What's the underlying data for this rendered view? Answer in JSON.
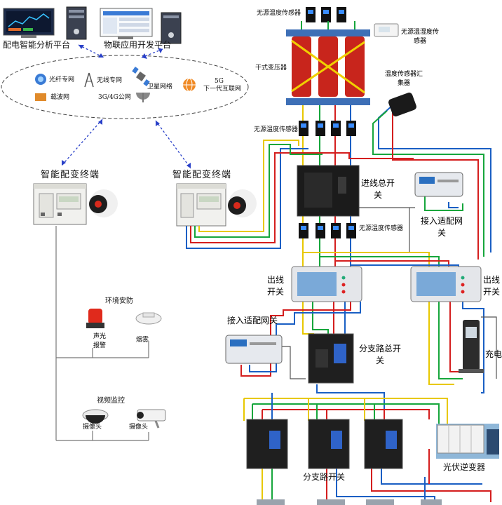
{
  "platforms": {
    "left": "配电智能分析平台",
    "right": "物联应用开发平台"
  },
  "networks": {
    "fiber": "光纤专网",
    "wireless": "无线专网",
    "satellite": "卫星网络",
    "next_gen_1": "5G",
    "next_gen_2": "下一代互联网",
    "carrier": "载波网",
    "cellular": "3G/4G公网"
  },
  "terminals": {
    "left_title": "智能配变终端",
    "right_title": "智能配变终端"
  },
  "security": {
    "title": "环境安防",
    "alarm": "声光报警",
    "smoke": "烟雾"
  },
  "video": {
    "title": "视频监控",
    "camera_1": "摄像头",
    "camera_2": "摄像头"
  },
  "transformer": {
    "sensor_top": "无源温度传感器",
    "temp_humidity": "无源温湿度传感器",
    "name": "干式变压器",
    "aggregator": "温度传感器汇集器",
    "sensor_bottom": "无源温度传感器"
  },
  "switches": {
    "incoming": "进线总开关",
    "sensor_mid": "无源温度传感器",
    "gateway_1": "接入适配网关",
    "outgoing_1": "出线开关",
    "outgoing_2": "出线开关",
    "gateway_2": "接入适配网关",
    "charger": "充电桩",
    "branch_main": "分支路总开关",
    "branch": "分支路开关",
    "pv_inverter": "光伏逆变器"
  }
}
